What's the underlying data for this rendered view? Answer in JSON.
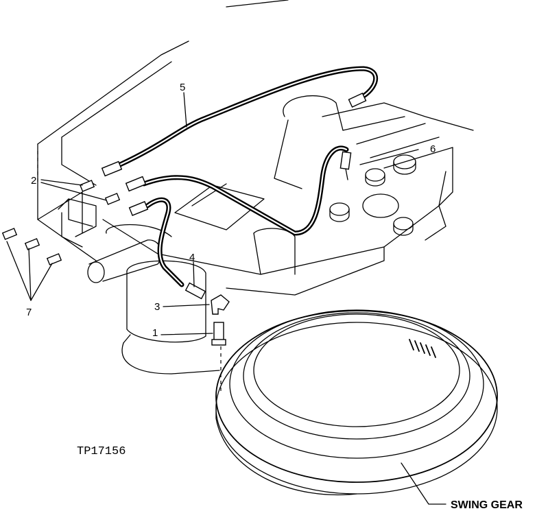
{
  "callouts": {
    "c1": "1",
    "c2": "2",
    "c3": "3",
    "c4": "4",
    "c5": "5",
    "c6": "6",
    "c7": "7"
  },
  "figure_id": "TP17156",
  "swing_gear_label": "SWING GEAR",
  "colors": {
    "line": "#000000",
    "background": "#ffffff"
  }
}
